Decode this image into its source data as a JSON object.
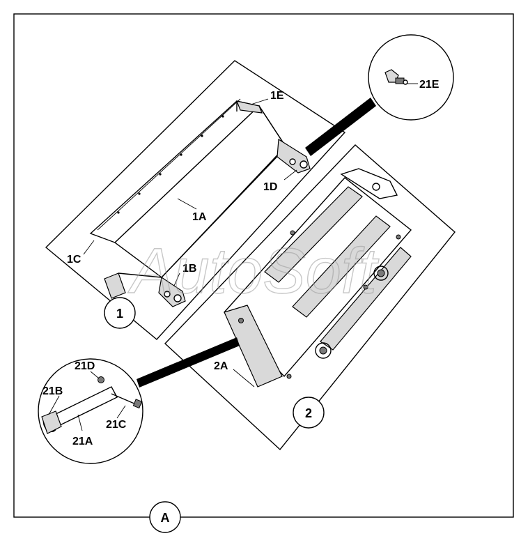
{
  "figure_id": "A",
  "panels": [
    {
      "callout": "1",
      "labels": [
        "1A",
        "1B",
        "1C",
        "1D",
        "1E"
      ]
    },
    {
      "callout": "2",
      "labels": [
        "2A"
      ]
    }
  ],
  "details": {
    "grease_fitting": "21E",
    "pin_assembly": [
      "21A",
      "21B",
      "21C",
      "21D"
    ]
  },
  "watermark": "AutoSoft"
}
